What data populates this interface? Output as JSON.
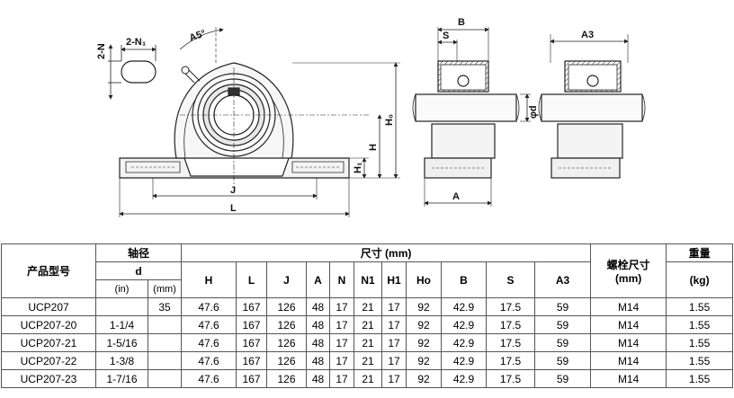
{
  "drawing_labels": {
    "two_n": "2-N",
    "two_n1": "2-N₁",
    "a5": "A5°",
    "h": "H",
    "h1": "H₁",
    "h0": "H₀",
    "j": "J",
    "l": "L",
    "b": "B",
    "s": "S",
    "a": "A",
    "d": "φd",
    "a3": "A3"
  },
  "table": {
    "header": {
      "model": "产品型号",
      "shaft_group": "轴径",
      "d": "d",
      "in": "(in)",
      "mm": "(mm)",
      "dims_group": "尺寸 (mm)",
      "bolt_group": "螺栓尺寸",
      "bolt_unit": "(mm)",
      "weight_group": "重量",
      "weight_unit": "(kg)",
      "cols": [
        "H",
        "L",
        "J",
        "A",
        "N",
        "N1",
        "H1",
        "Ho",
        "B",
        "S",
        "A3"
      ]
    },
    "rows": [
      {
        "model": "UCP207",
        "in": "",
        "mm": "35",
        "vals": [
          "47.6",
          "167",
          "126",
          "48",
          "17",
          "21",
          "17",
          "92",
          "42.9",
          "17.5",
          "59"
        ],
        "bolt": "M14",
        "weight": "1.55"
      },
      {
        "model": "UCP207-20",
        "in": "1-1/4",
        "mm": "",
        "vals": [
          "47.6",
          "167",
          "126",
          "48",
          "17",
          "21",
          "17",
          "92",
          "42.9",
          "17.5",
          "59"
        ],
        "bolt": "M14",
        "weight": "1.55"
      },
      {
        "model": "UCP207-21",
        "in": "1-5/16",
        "mm": "",
        "vals": [
          "47.6",
          "167",
          "126",
          "48",
          "17",
          "21",
          "17",
          "92",
          "42.9",
          "17.5",
          "59"
        ],
        "bolt": "M14",
        "weight": "1.55"
      },
      {
        "model": "UCP207-22",
        "in": "1-3/8",
        "mm": "",
        "vals": [
          "47.6",
          "167",
          "126",
          "48",
          "17",
          "21",
          "17",
          "92",
          "42.9",
          "17.5",
          "59"
        ],
        "bolt": "M14",
        "weight": "1.55"
      },
      {
        "model": "UCP207-23",
        "in": "1-7/16",
        "mm": "",
        "vals": [
          "47.6",
          "167",
          "126",
          "48",
          "17",
          "21",
          "17",
          "92",
          "42.9",
          "17.5",
          "59"
        ],
        "bolt": "M14",
        "weight": "1.55"
      }
    ]
  }
}
